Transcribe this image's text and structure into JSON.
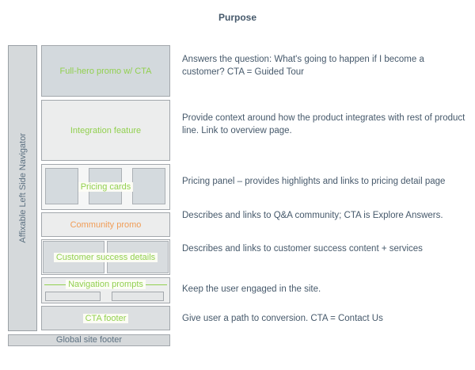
{
  "purpose": {
    "heading": "Purpose",
    "rows": [
      "Answers the question: What's going to happen if I become a customer? CTA = Guided Tour",
      "Provide context around how the product integrates with rest of product line. Link to overview page.",
      "Pricing panel – provides highlights and links to pricing detail page",
      "Describes and links to Q&A community; CTA is Explore Answers.",
      "Describes and links to customer success content + services",
      "Keep the user engaged in the site.",
      "Give user a path to conversion. CTA = Contact Us"
    ]
  },
  "wireframe": {
    "navigator_label": "Affixable Left Side Navigator",
    "blocks": {
      "full_hero": {
        "label": "Full-hero promo w/ CTA"
      },
      "integration": {
        "label": "Integration feature"
      },
      "pricing": {
        "label": "Pricing cards",
        "card_count": 3
      },
      "community": {
        "label": "Community promo"
      },
      "customer_success": {
        "label": "Customer success details",
        "card_count": 2
      },
      "navigation_prompts": {
        "label": "Navigation prompts",
        "box_count": 2
      },
      "cta_footer": {
        "label": "CTA footer"
      },
      "global_footer": {
        "label": "Global site footer"
      }
    }
  },
  "colors": {
    "accent_green": "#92D050",
    "accent_orange": "#F09D57",
    "text_slate": "#46596B",
    "navigator_text": "#5D7181",
    "block_fill_dark": "#D3D9DD",
    "block_fill_light": "#ECEDED",
    "border_gray": "#A2A7AC"
  }
}
